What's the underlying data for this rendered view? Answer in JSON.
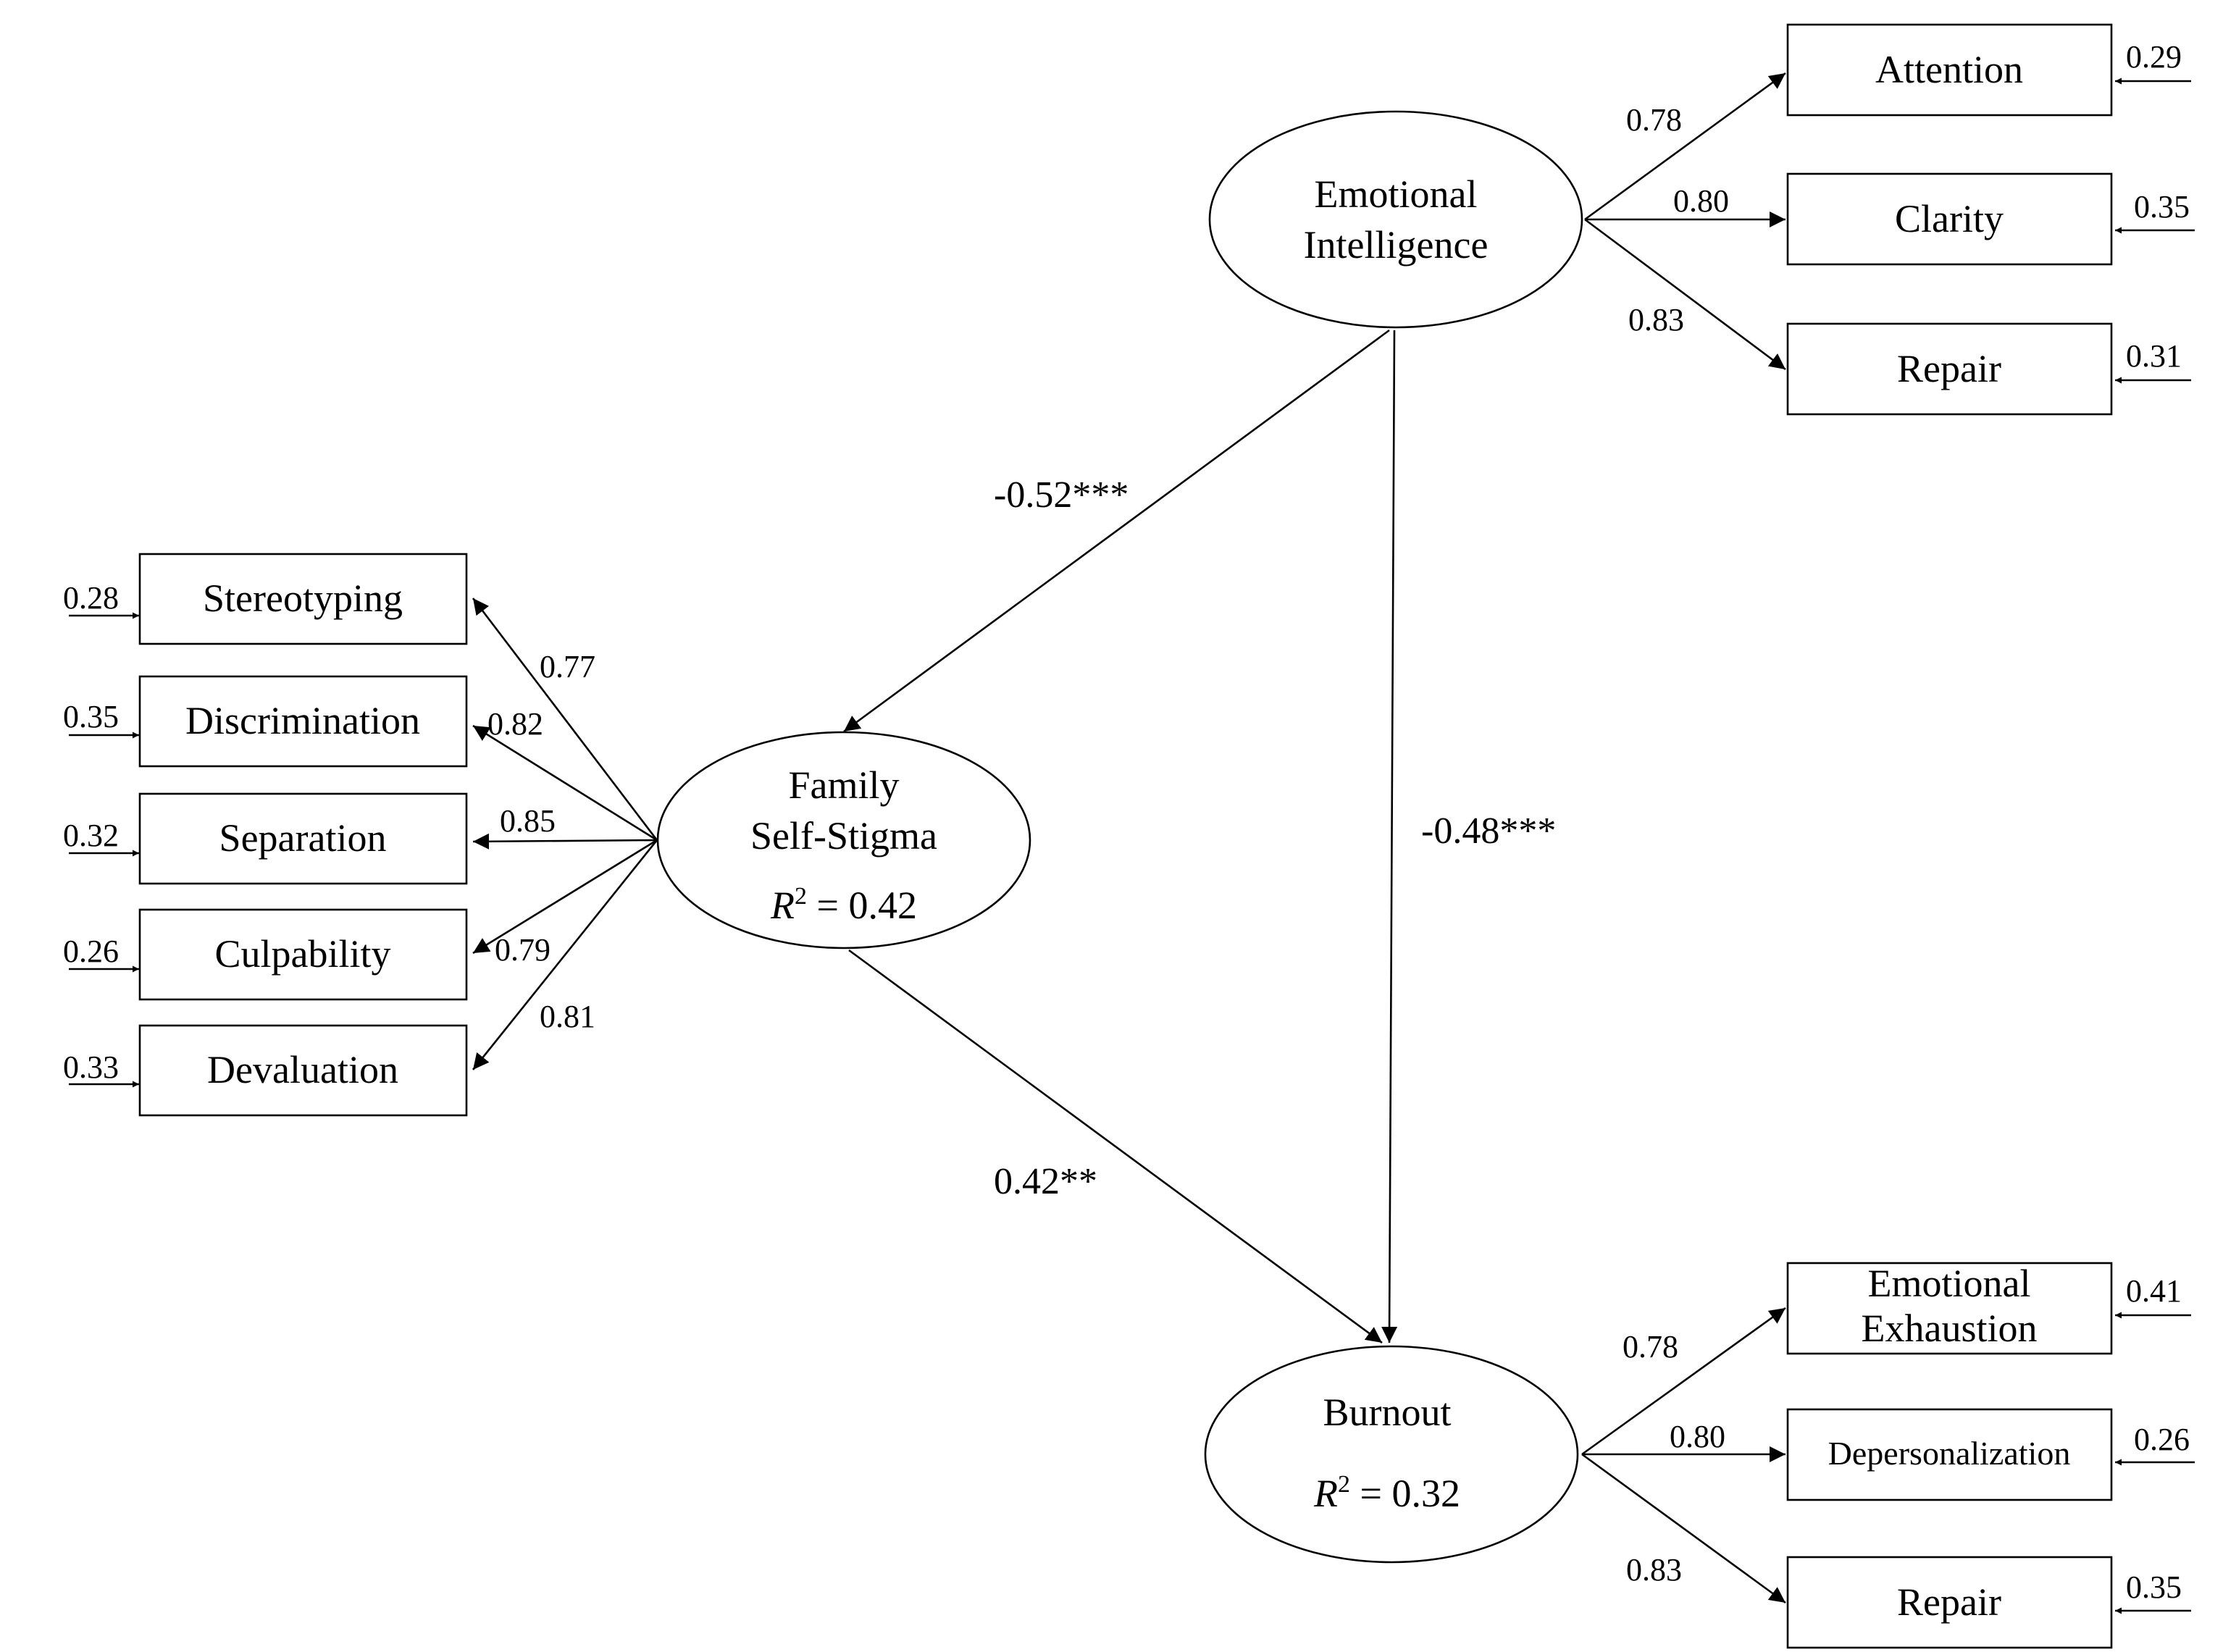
{
  "latents": {
    "emotional_intelligence": {
      "line1": "Emotional",
      "line2": "Intelligence"
    },
    "family_self_stigma": {
      "line1": "Family",
      "line2": "Self-Stigma",
      "r2_symbol": "R",
      "r2_sup": "2",
      "r2_value": " = 0.42"
    },
    "burnout": {
      "line1": "Burnout",
      "r2_symbol": "R",
      "r2_sup": "2",
      "r2_value": " = 0.32"
    }
  },
  "ei_indicators": [
    {
      "label": "Attention",
      "loading": "0.78",
      "error": "0.29"
    },
    {
      "label": "Clarity",
      "loading": "0.80",
      "error": "0.35"
    },
    {
      "label": "Repair",
      "loading": "0.83",
      "error": "0.31"
    }
  ],
  "fss_indicators": [
    {
      "label": "Stereotyping",
      "loading": "0.77",
      "error": "0.28"
    },
    {
      "label": "Discrimination",
      "loading": "0.82",
      "error": "0.35"
    },
    {
      "label": "Separation",
      "loading": "0.85",
      "error": "0.32"
    },
    {
      "label": "Culpability",
      "loading": "0.79",
      "error": "0.26"
    },
    {
      "label": "Devaluation",
      "loading": "0.81",
      "error": "0.33"
    }
  ],
  "burnout_indicators": [
    {
      "label_line1": "Emotional",
      "label_line2": "Exhaustion",
      "loading": "0.78",
      "error": "0.41"
    },
    {
      "label": "Depersonalization",
      "loading": "0.80",
      "error": "0.26"
    },
    {
      "label": "Repair",
      "loading": "0.83",
      "error": "0.35"
    }
  ],
  "paths": {
    "ei_to_fss": "-0.52***",
    "ei_to_burnout": "-0.48***",
    "fss_to_burnout": "0.42**"
  }
}
